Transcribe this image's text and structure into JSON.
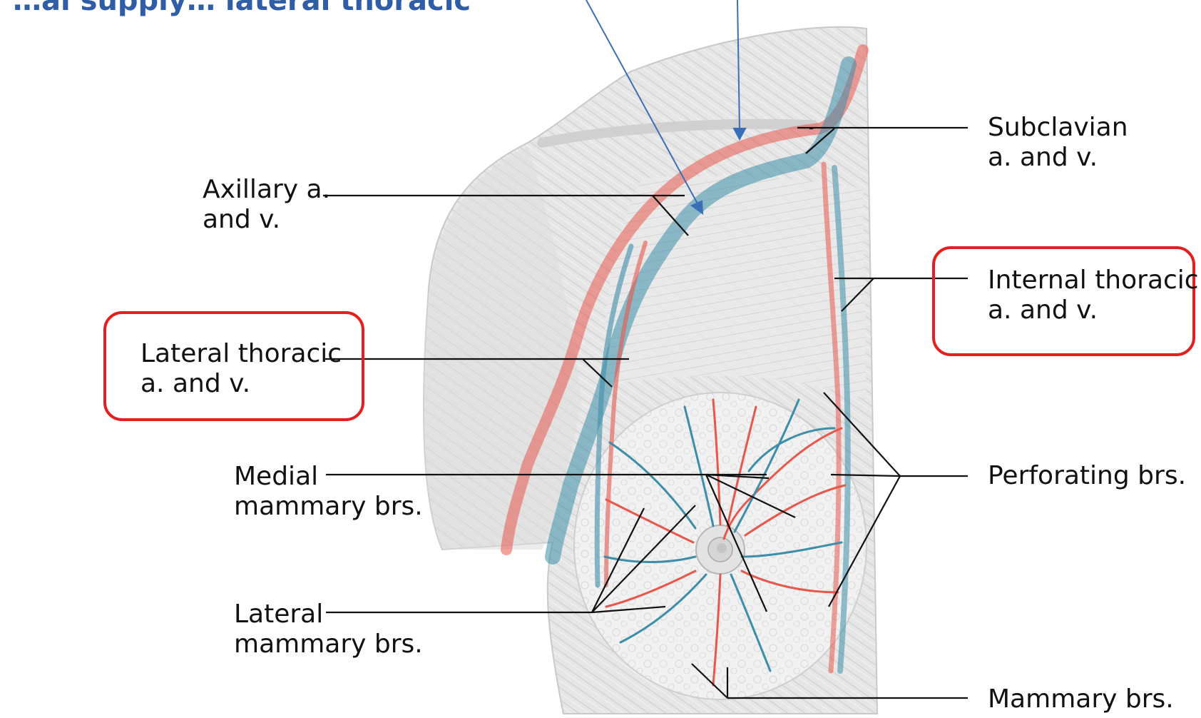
{
  "slide_title_fragment": "…al supply… lateral thoracic",
  "labels": {
    "subclavian": [
      "Subclavian",
      "a. and v."
    ],
    "axillary": [
      "Axillary a.",
      "and v."
    ],
    "internal_thoracic": [
      "Internal thoracic",
      "a. and v."
    ],
    "lateral_thoracic": [
      "Lateral thoracic",
      "a. and v."
    ],
    "medial_mammary": [
      "Medial",
      "mammary brs."
    ],
    "perforating": [
      "Perforating brs."
    ],
    "lateral_mammary": [
      "Lateral",
      "mammary brs."
    ],
    "mammary": [
      "Mammary brs."
    ]
  },
  "highlighted": [
    "lateral_thoracic",
    "internal_thoracic"
  ],
  "colors": {
    "artery": "#e8574c",
    "vein": "#3d8ea8",
    "highlight": "#e41f1f",
    "pointer": "#3a6fb8",
    "leader": "#111111",
    "title": "#2f5ea6"
  }
}
